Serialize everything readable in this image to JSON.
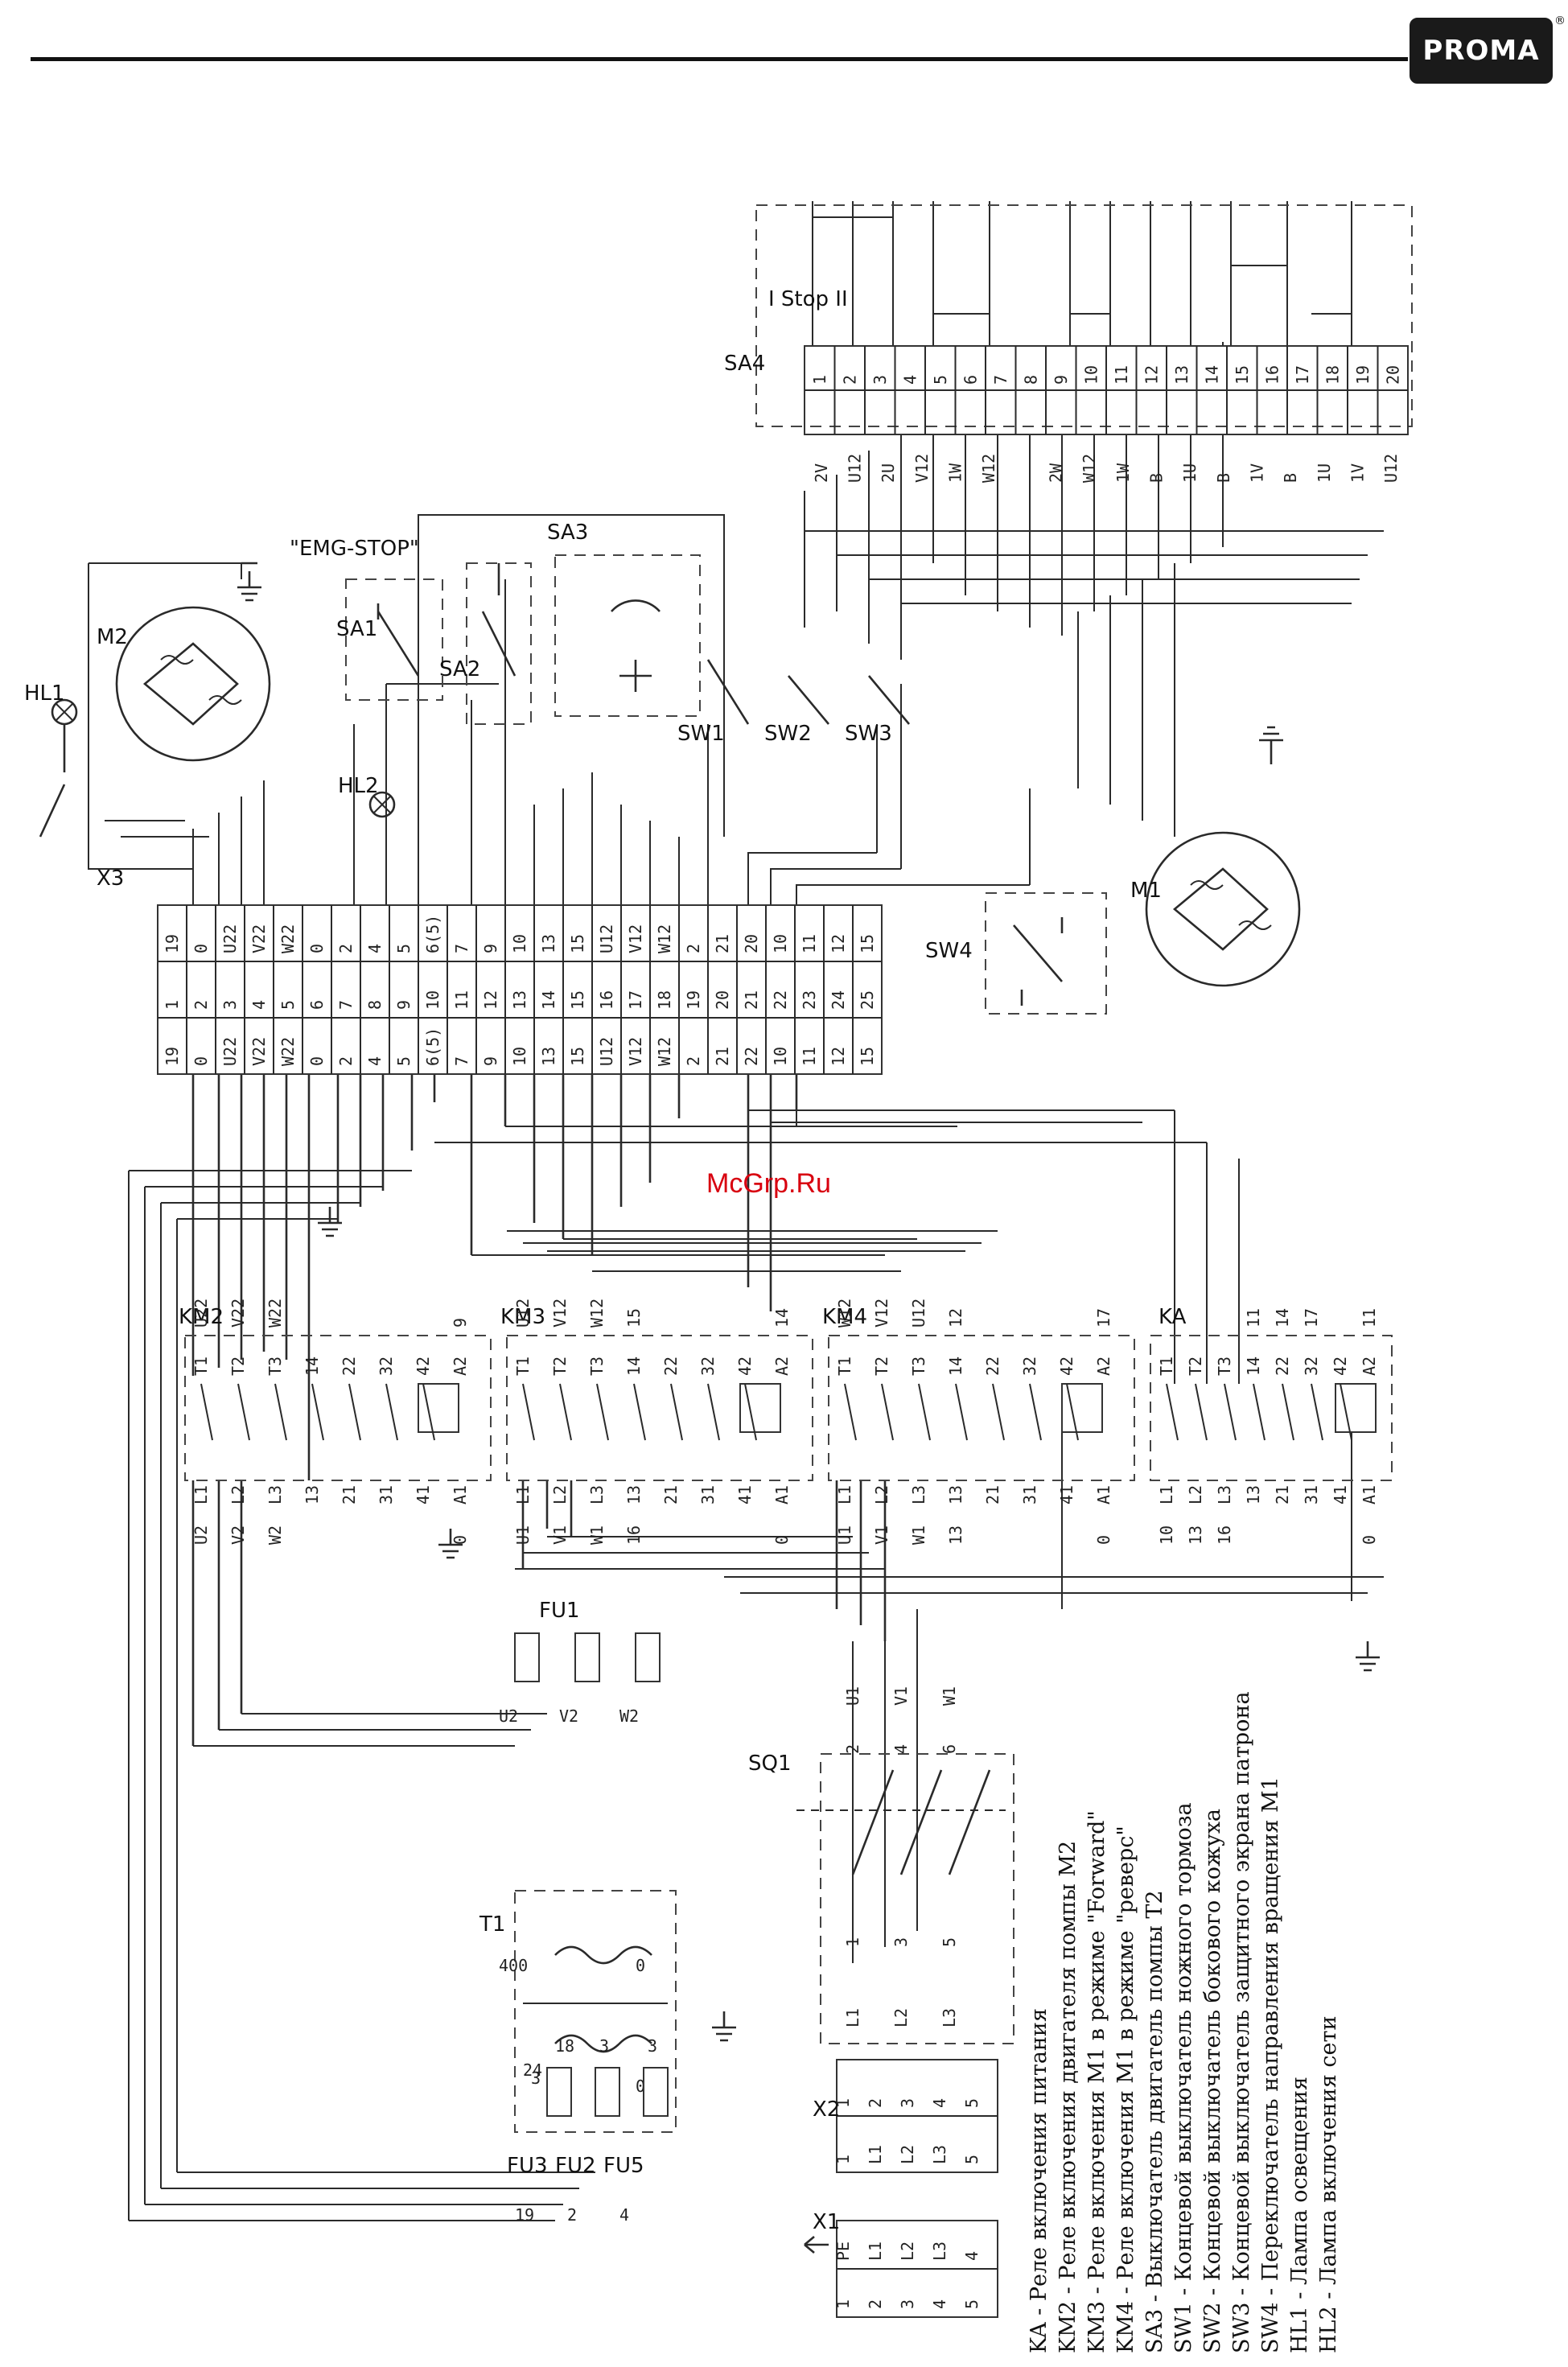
{
  "brand": {
    "logo_text": "PROMA",
    "registered_mark": "®"
  },
  "watermark": "McGrp.Ru",
  "components": {
    "HL1": "HL1",
    "HL2": "HL2",
    "M1": "M1",
    "M2": "M2",
    "SA1": "SA1",
    "SA1_note": "\"EMG-STOP\"",
    "SA2": "SA2",
    "SA3": "SA3",
    "SA4": "SA4",
    "SA4_note": "I Stop II",
    "SW1": "SW1",
    "SW2": "SW2",
    "SW3": "SW3",
    "SW4": "SW4",
    "KM2": "KM2",
    "KM3": "KM3",
    "KM4": "KM4",
    "KA": "KA",
    "FU1": "FU1",
    "FU2": "FU2",
    "FU3": "FU3",
    "FU5": "FU5",
    "T1": "T1",
    "T1_primary": "400",
    "T1_secondary": "24",
    "T1_zero_a": "0",
    "T1_zero_b": "0",
    "SQ1": "SQ1",
    "X1": "X1",
    "X2": "X2",
    "X3": "X3"
  },
  "x3_block": {
    "outer": [
      "19",
      "0",
      "U22",
      "V22",
      "W22",
      "0",
      "2",
      "4",
      "5",
      "6(5)",
      "7",
      "9",
      "10",
      "13",
      "15",
      "U12",
      "V12",
      "W12",
      "2",
      "21",
      "20",
      "10",
      "11",
      "12",
      "15"
    ],
    "middle": [
      "1",
      "2",
      "3",
      "4",
      "5",
      "6",
      "7",
      "8",
      "9",
      "10",
      "11",
      "12",
      "13",
      "14",
      "15",
      "16",
      "17",
      "18",
      "19",
      "20",
      "21",
      "22",
      "23",
      "24",
      "25"
    ],
    "inner": [
      "19",
      "0",
      "U22",
      "V22",
      "W22",
      "0",
      "2",
      "4",
      "5",
      "6(5)",
      "7",
      "9",
      "10",
      "13",
      "15",
      "U12",
      "V12",
      "W12",
      "2",
      "21",
      "22",
      "10",
      "11",
      "12",
      "15"
    ]
  },
  "sa4_block": {
    "left": [
      "2V",
      "U12",
      "2U",
      "V12",
      "1W",
      "W12",
      "",
      "2W",
      "W12",
      "1W",
      "B",
      "1U",
      "B",
      "1V",
      "B",
      "1U",
      "1V",
      "U12"
    ],
    "right": [
      "1",
      "2",
      "3",
      "4",
      "5",
      "6",
      "7",
      "8",
      "9",
      "10",
      "11",
      "12",
      "13",
      "14",
      "15",
      "16",
      "17",
      "18",
      "19",
      "20"
    ]
  },
  "contactors": {
    "top_terminals": [
      "T1",
      "T2",
      "T3",
      "14",
      "22",
      "32",
      "42",
      "A2"
    ],
    "bottom_terminals": [
      "L1",
      "L2",
      "L3",
      "13",
      "21",
      "31",
      "41",
      "A1"
    ],
    "km2_wires_top": [
      "U22",
      "V22",
      "W22",
      "",
      "",
      "",
      "",
      "9"
    ],
    "km3_wires_top": [
      "U12",
      "V12",
      "W12",
      "15",
      "",
      "",
      "",
      "14"
    ],
    "km4_wires_top": [
      "W12",
      "V12",
      "U12",
      "12",
      "",
      "",
      "",
      "17"
    ],
    "ka_wires_top": [
      "",
      "",
      "",
      "11",
      "14",
      "17",
      "",
      "11"
    ],
    "km2_wires_bottom": [
      "U2",
      "V2",
      "W2",
      "",
      "",
      "",
      "",
      "0"
    ],
    "km3_wires_bottom": [
      "U1",
      "V1",
      "W1",
      "16",
      "",
      "",
      "",
      "0"
    ],
    "km4_wires_bottom": [
      "U1",
      "V1",
      "W1",
      "13",
      "",
      "",
      "",
      "0"
    ],
    "ka_wires_bottom": [
      "10",
      "13",
      "16",
      "",
      "",
      "",
      "",
      "0"
    ]
  },
  "x1_block": {
    "left": [
      "PE",
      "L1",
      "L2",
      "L3",
      "4"
    ],
    "right": [
      "1",
      "2",
      "3",
      "4",
      "5"
    ]
  },
  "x2_block": {
    "left": [
      "1",
      "2",
      "3",
      "4",
      "5"
    ],
    "right": [
      "1",
      "L1",
      "L2",
      "L3",
      "5"
    ]
  },
  "fuse_labels": {
    "fu1_u": "U2",
    "fu1_v": "V2",
    "fu1_w": "W2",
    "fu3_in": "19",
    "fu2_in": "2",
    "fu5_in": "4",
    "fu3_out": "18",
    "fu2_out": "3",
    "fu5_out": "3",
    "t1_tap": "3"
  },
  "sq1_labels": [
    "L1",
    "L2",
    "L3",
    "1",
    "3",
    "5",
    "2",
    "4",
    "6",
    "U1",
    "V1",
    "W1"
  ],
  "legend": [
    "KA - Реле включения питания",
    "KM2 - Реле включения двигателя помпы M2",
    "KM3 - Реле включения M1 в режиме \"Forward\"",
    "KM4 - Реле включения M1 в режиме \"реверс\"",
    "SA3 - Выключатель двигатель помпы T2",
    "SW1 - Концевой выключатель ножного тормоза",
    "SW2 - Концевой выключатель бокового кожуха",
    "SW3 - Концевой выключатель защитного экрана патрона",
    "SW4 - Переключатель направления вращения M1",
    "HL1 - Лампа освещения",
    "HL2 - Лампа включения сети"
  ]
}
